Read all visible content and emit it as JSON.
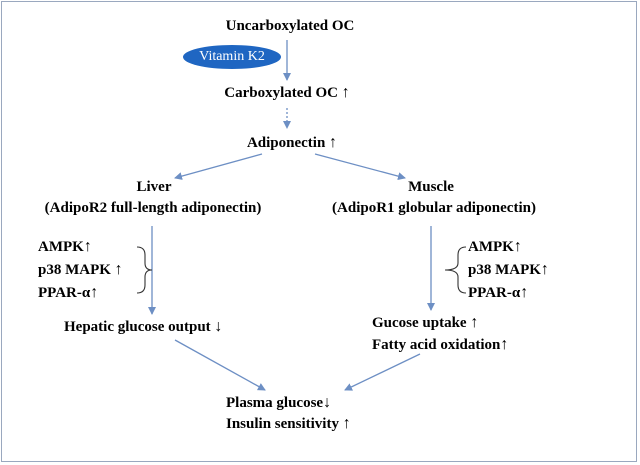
{
  "nodes": {
    "uncarboxylated": "Uncarboxylated OC",
    "vitamin_k2": "Vitamin K2",
    "carboxylated": "Carboxylated  OC",
    "adiponectin": "Adiponectin",
    "liver_title": "Liver",
    "liver_sub": "(AdipoR2  full-length adiponectin)",
    "muscle_title": "Muscle",
    "muscle_sub": "(AdipoR1 globular adiponectin)",
    "liver_signals": [
      "AMPK",
      "p38 MAPK",
      "PPAR-α"
    ],
    "muscle_signals": [
      "AMPK",
      "p38 MAPK",
      "PPAR-α"
    ],
    "hepatic": "Hepatic glucose output",
    "muscle_out_1": "Gucose uptake",
    "muscle_out_2": "Fatty acid oxidation",
    "plasma": "Plasma glucose",
    "insulin": "Insulin sensitivity"
  },
  "symbols": {
    "up": "↑",
    "down": "↓"
  },
  "colors": {
    "arrow": "#6d8fc4",
    "oval": "#1f66c2",
    "border": "#9aa8bf"
  }
}
